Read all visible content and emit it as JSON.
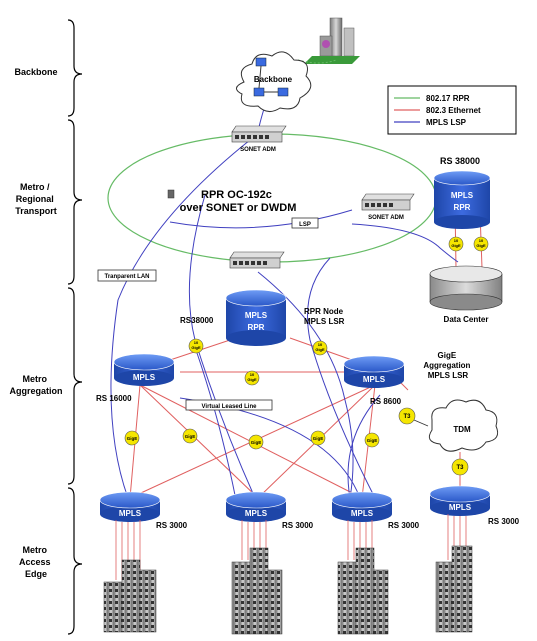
{
  "tiers": [
    {
      "label_lines": [
        "Backbone"
      ]
    },
    {
      "label_lines": [
        "Metro /",
        "Regional",
        "Transport"
      ]
    },
    {
      "label_lines": [
        "Metro",
        "Aggregation"
      ]
    },
    {
      "label_lines": [
        "Metro",
        "Access",
        "Edge"
      ]
    }
  ],
  "legend": {
    "items": [
      {
        "label": "802.17 RPR",
        "color": "#66bb66"
      },
      {
        "label": "802.3 Ethernet",
        "color": "#e06060"
      },
      {
        "label": "MPLS LSP",
        "color": "#4040c0"
      }
    ]
  },
  "labels": {
    "backbone_cloud": "Backbone",
    "sonet_adm_top": "SONET ADM",
    "sonet_adm_right": "SONET ADM",
    "ring_title_1": "RPR OC-192c",
    "ring_title_2": "over SONET or DWDM",
    "rs38000_right": "RS 38000",
    "lsp_tag": "LSP",
    "transparent_lan": "Tranparent LAN",
    "data_center": "Data Center",
    "rs38000_center": "RS38000",
    "rpr_node_1": "RPR Node",
    "rpr_node_2": "MPLS LSR",
    "gige_agg_1": "GigE",
    "gige_agg_2": "Aggregation",
    "gige_agg_3": "MPLS LSR",
    "rs16000": "RS 16000",
    "virtual_leased_line": "Virtual  Leased  Line",
    "rs8600": "RS 8600",
    "tdm": "TDM",
    "t3_a": "T3",
    "t3_b": "T3",
    "rs3000_1": "RS 3000",
    "rs3000_2": "RS 3000",
    "rs3000_3": "RS 3000",
    "rs3000_4": "RS 3000",
    "mpls": "MPLS",
    "rpr": "RPR",
    "gige": "GigE",
    "ten_gige_1": "10",
    "ten_gige_2": "GigE"
  },
  "colors": {
    "router_blue": "#2f5fd0",
    "rpr_green": "#66bb66",
    "ethernet_red": "#e06060",
    "lsp_blue": "#4040c0",
    "gige_badge": "#f5e600"
  }
}
